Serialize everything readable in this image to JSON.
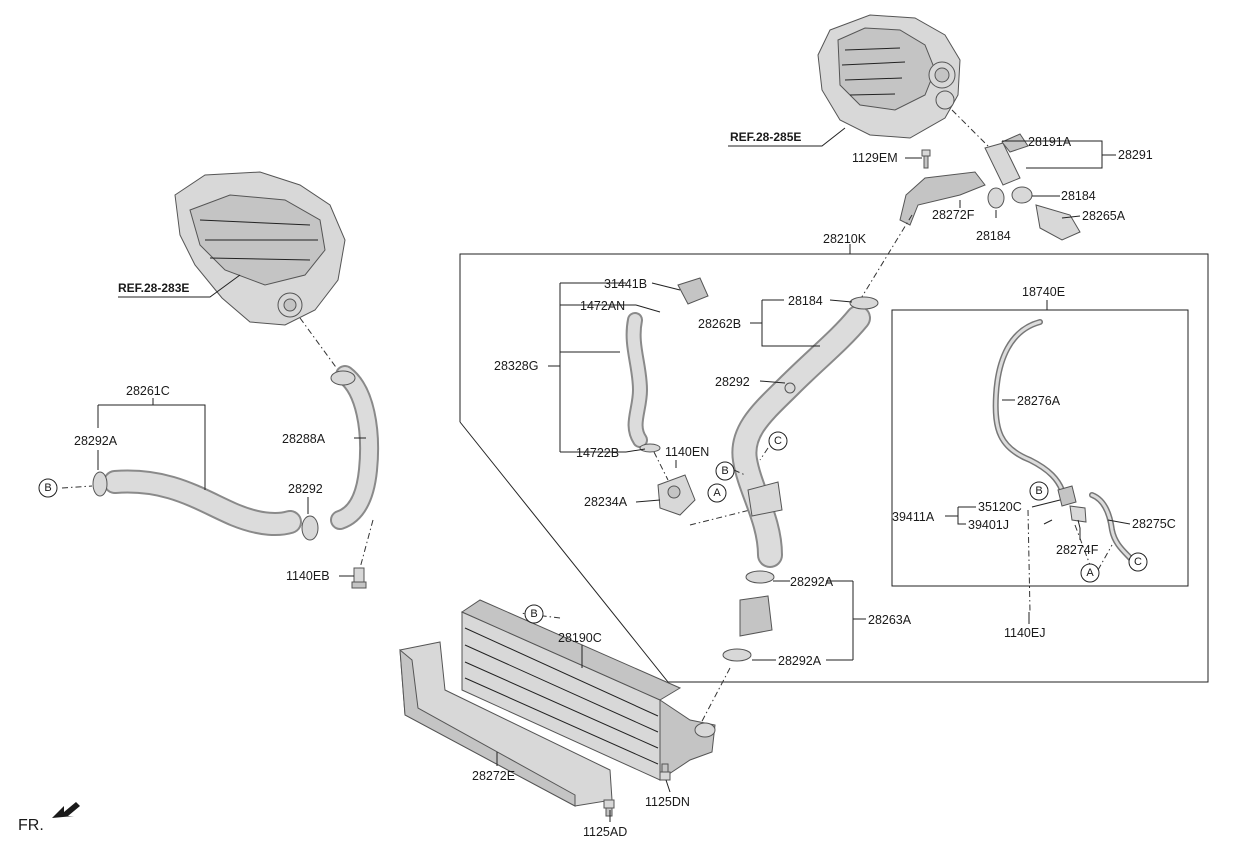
{
  "refs": {
    "ref_283": "REF.28-283E",
    "ref_285": "REF.28-285E"
  },
  "labels": {
    "p28191A": "28191A",
    "p28291": "28291",
    "p1129EM": "1129EM",
    "p28184_a": "28184",
    "p28272F": "28272F",
    "p28265A": "28265A",
    "p28184_b": "28184",
    "p28210K": "28210K",
    "p31441B": "31441B",
    "p1472AN": "1472AN",
    "p28328G": "28328G",
    "p14722B": "14722B",
    "p1140EN": "1140EN",
    "p28234A": "28234A",
    "p28184_c": "28184",
    "p28262B": "28262B",
    "p28292_a": "28292",
    "p18740E": "18740E",
    "p28276A": "28276A",
    "p35120C": "35120C",
    "p39411A": "39411A",
    "p39401J": "39401J",
    "p28275C": "28275C",
    "p28274F": "28274F",
    "p1140EJ": "1140EJ",
    "p28261C": "28261C",
    "p28292A_a": "28292A",
    "p28288A": "28288A",
    "p28292_b": "28292",
    "p1140EB": "1140EB",
    "p28292A_b": "28292A",
    "p28263A": "28263A",
    "p28292A_c": "28292A",
    "p28190C": "28190C",
    "p28272E": "28272E",
    "p1125DN": "1125DN",
    "p1125AD": "1125AD"
  },
  "connectors": {
    "A": "A",
    "B": "B",
    "C": "C"
  },
  "front_label": "FR."
}
